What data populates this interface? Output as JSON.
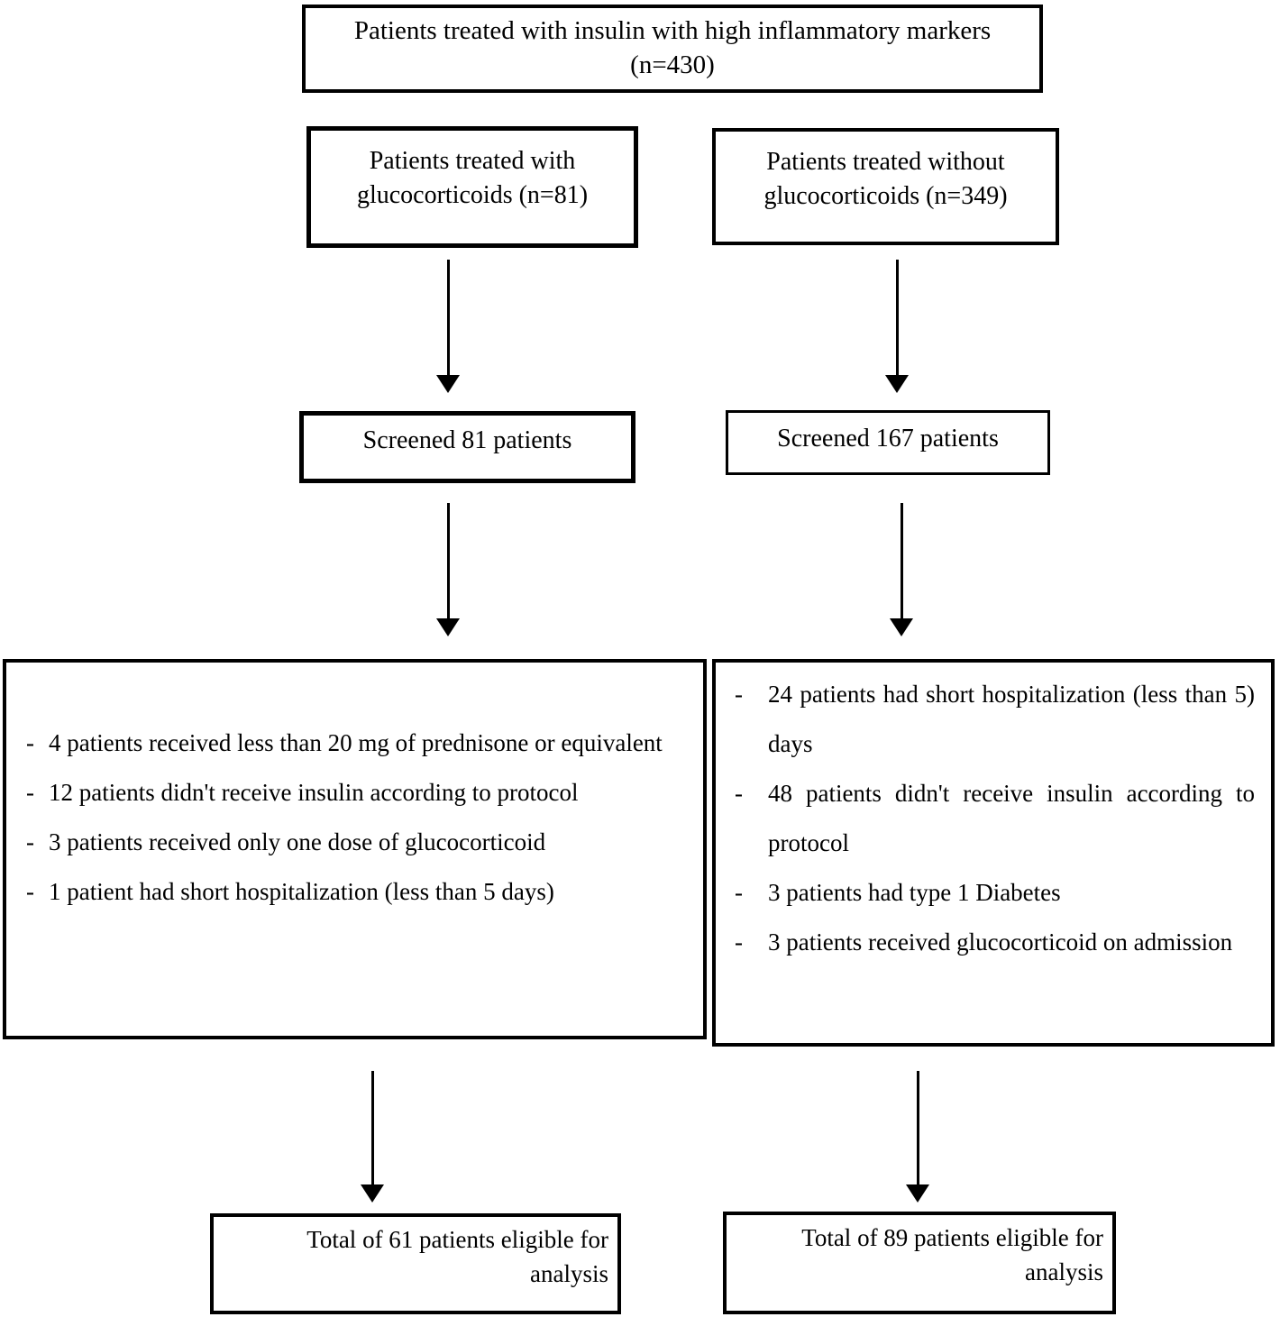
{
  "page": {
    "background_color": "#ffffff",
    "ink_color": "#000000"
  },
  "flowchart": {
    "bullet": "-",
    "top_box": {
      "line1": "Patients treated with insulin with high inflammatory markers",
      "line2": "(n=430)"
    },
    "left_arm": {
      "group_box": {
        "line1": "Patients treated with",
        "line2": "glucocorticoids (n=81)"
      },
      "screened_box": "Screened 81 patients",
      "exclusion_box": {
        "items": [
          "4 patients received less than 20 mg of prednisone or equivalent",
          "12 patients didn't receive insulin according to protocol",
          "3 patients received only one dose of glucocorticoid",
          "1 patient had short hospitalization (less than 5 days)"
        ]
      },
      "total_box": {
        "line1": "Total of 61 patients eligible for",
        "line2": "analysis"
      }
    },
    "right_arm": {
      "group_box": {
        "line1": "Patients treated without",
        "line2": "glucocorticoids (n=349)"
      },
      "screened_box": "Screened 167 patients",
      "exclusion_box": {
        "items": [
          "24 patients had short hospitalization (less than 5) days",
          "48 patients didn't receive insulin according to protocol",
          "3 patients had type 1 Diabetes",
          "3 patients received glucocorticoid on admission"
        ]
      },
      "total_box": {
        "line1": "Total of 89 patients eligible for",
        "line2": "analysis"
      }
    }
  }
}
